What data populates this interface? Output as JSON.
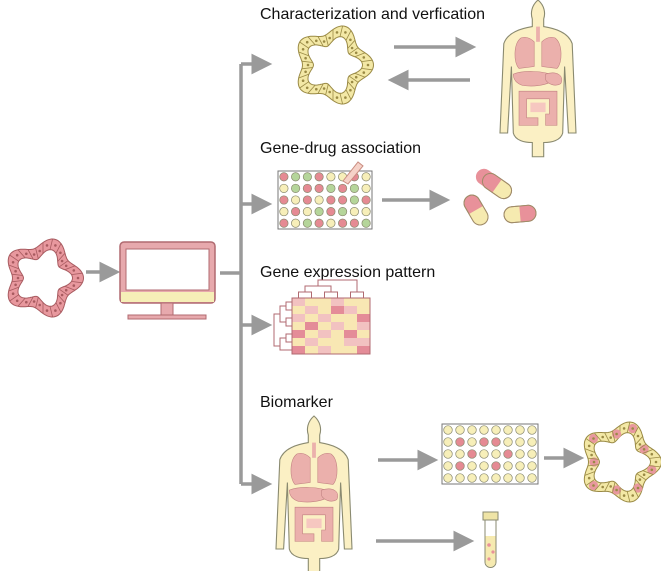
{
  "labels": {
    "characterization": "Characterization and verfication",
    "gene_drug": "Gene-drug association",
    "gene_expression": "Gene expression pattern",
    "biomarker": "Biomarker"
  },
  "colors": {
    "organoid_pink": "#e8989e",
    "organoid_pink_edge": "#a85b60",
    "organoid_yellow": "#f3e8a6",
    "organoid_yellow_edge": "#9a8a45",
    "monitor_frame": "#e7a9ad",
    "monitor_edge": "#b06a70",
    "monitor_screen": "#ffffff",
    "monitor_base": "#f6efb7",
    "arrow": "#9a9a9a",
    "body_skin": "#fbf0c4",
    "body_edge": "#8a8a70",
    "organ": "#ebb0ac",
    "well_green": "#b5d59a",
    "well_pink": "#e58a93",
    "well_yellow": "#f7efb9",
    "plate_frame": "#ffffff",
    "capsule_pink": "#e8919a",
    "capsule_yellow": "#f6eab0",
    "heat_dark": "#e48c98",
    "heat_mid": "#f2c2c1",
    "heat_light": "#f8e7b3"
  },
  "icons": [
    "organoid-icon",
    "monitor-icon",
    "human-body-icon",
    "well-plate-icon",
    "capsule-icon",
    "heatmap-dendrogram-icon",
    "test-tube-icon"
  ]
}
